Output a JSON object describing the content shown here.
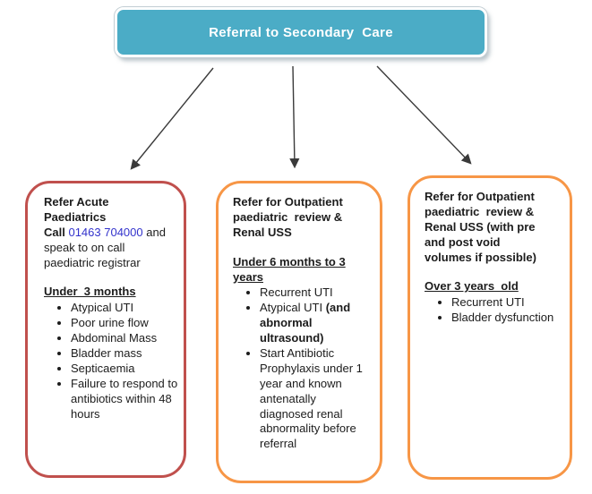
{
  "header": {
    "title": "Referral to Secondary  Care"
  },
  "colors": {
    "header_fill": "#4bacc6",
    "header_text": "#ffffff",
    "arrow": "#3a3a3a",
    "phone_link": "#3333cc",
    "acute_border": "#c0504d",
    "outpatient_border": "#f79646"
  },
  "boxes": [
    {
      "title": "Refer Acute Paediatrics",
      "call_label": "Call",
      "phone": "01463 704000",
      "call_suffix": "and speak to on call paediatric registrar",
      "subheading": "Under  3 months",
      "border_color": "#c0504d",
      "bullets": [
        {
          "text": "Atypical UTI"
        },
        {
          "text": "Poor urine flow"
        },
        {
          "text": "Abdominal Mass"
        },
        {
          "text": "Bladder mass"
        },
        {
          "text": "Septicaemia"
        },
        {
          "text": "Failure to respond to antibiotics within 48 hours"
        }
      ]
    },
    {
      "title": "Refer for Outpatient paediatric  review & Renal USS",
      "subheading": "Under 6 months to 3 years",
      "border_color": "#f79646",
      "bullets": [
        {
          "text": "Recurrent UTI"
        },
        {
          "text": "Atypical UTI ",
          "bold": "(and abnormal ultrasound)"
        },
        {
          "text": "Start Antibiotic Prophylaxis under 1 year and known antenatally diagnosed renal abnormality before referral"
        }
      ]
    },
    {
      "title": "Refer for Outpatient paediatric  review & Renal USS (with pre and post void volumes if possible)",
      "subheading": "Over 3 years  old",
      "border_color": "#f79646",
      "bullets": [
        {
          "text": "Recurrent UTI"
        },
        {
          "text": "Bladder dysfunction"
        }
      ]
    }
  ]
}
